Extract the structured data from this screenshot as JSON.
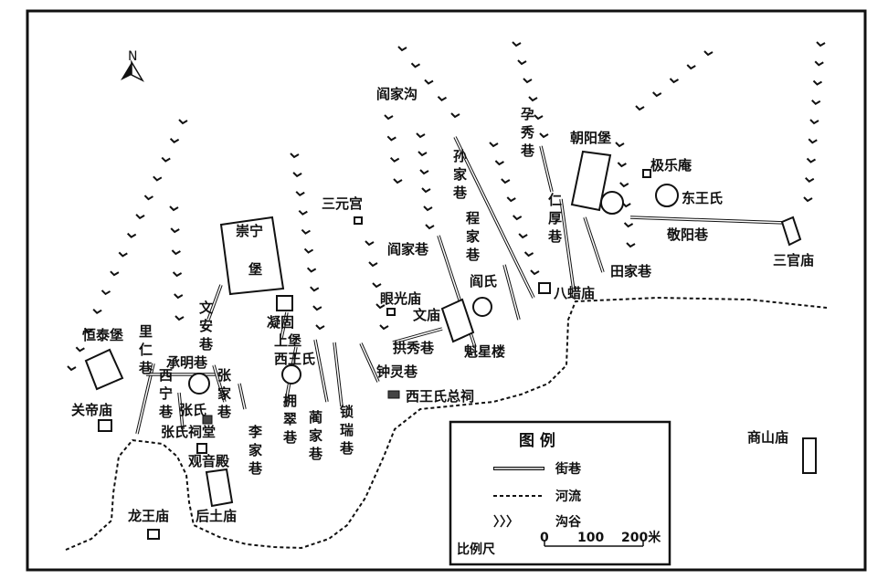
{
  "north_symbol": "N",
  "labels": {
    "hengtaibao": "恒泰堡",
    "guandimiao": "关帝庙",
    "longwangmiao": "龙王庙",
    "houtumiao": "后土庙",
    "guanyindian": "观音殿",
    "zhangshicitang": "张氏祠堂",
    "zhangshi": "张氏",
    "chengmingxiang": "承明巷",
    "chongningbao": "崇宁堡",
    "ninggu_shangbao": "凝固上堡",
    "xiwangshi": "西王氏",
    "sanyuangong": "三元宫",
    "yanjiagou": "阎家沟",
    "yanjiaxiang": "阎家巷",
    "yanguangmiao": "眼光庙",
    "wenmiao": "文庙",
    "gongxiuxiang": "拱秀巷",
    "kuixinglou": "魁星楼",
    "zhonglingxiang": "钟灵巷",
    "xiwangshizongci": "西王氏总祠",
    "yanshi": "阎氏",
    "bazhamiao": "八蜡庙",
    "chaoyangbao": "朝阳堡",
    "jileyan": "极乐庵",
    "dongwangshi": "东王氏",
    "jingyangxiang": "敬阳巷",
    "tianjiaxiang": "田家巷",
    "sanguanmiao": "三官庙",
    "shangshanmiao": "商山庙"
  },
  "vertical_labels": {
    "lirenxiang": "里仁巷",
    "wenanxiang": "文安巷",
    "xiningxiang": "西宁巷",
    "zhangjiaxiang": "张家巷",
    "lijiaxiang": "李家巷",
    "yongcuixiang": "拥翠巷",
    "linjiaxiang": "蔺家巷",
    "suoruixiang": "锁瑞巷",
    "sunjiaxiang": "孙家巷",
    "chengjiaxiang": "程家巷",
    "yunxiuxiang": "孕秀巷",
    "renhouxiang": "仁厚巷"
  },
  "legend": {
    "title": "图  例",
    "street": "街巷",
    "river": "河流",
    "gully": "沟谷",
    "gully_symbol": "〉〉〉",
    "scale_label": "比例尺",
    "scale_ticks": [
      "0",
      "100",
      "200米"
    ]
  }
}
